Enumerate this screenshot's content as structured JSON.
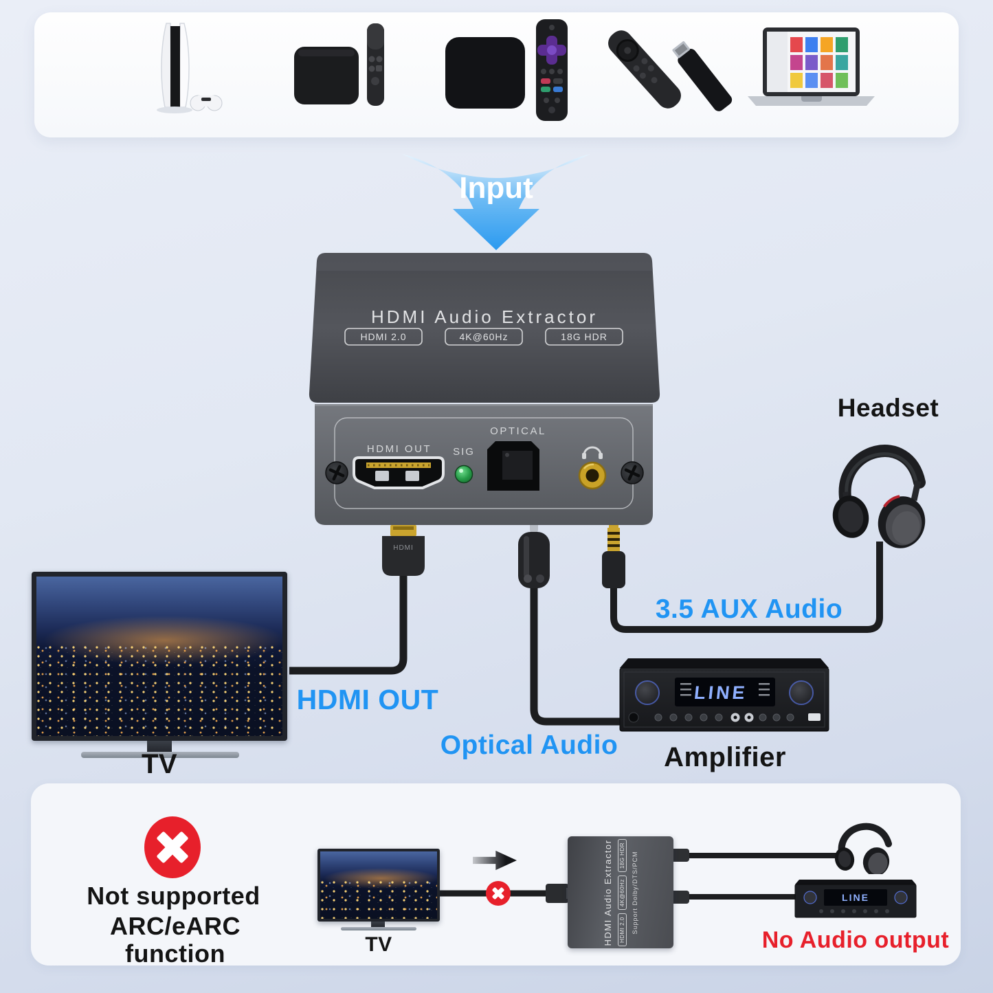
{
  "labels": {
    "input": "Input",
    "headset": "Headset",
    "hdmi_out": "HDMI OUT",
    "optical_audio": "Optical Audio",
    "aux_audio": "3.5 AUX Audio",
    "tv": "TV",
    "amplifier": "Amplifier"
  },
  "extractor": {
    "title": "HDMI Audio Extractor",
    "badges": [
      "HDMI 2.0",
      "4K@60Hz",
      "18G HDR"
    ],
    "panel": {
      "hdmi_out": "HDMI OUT",
      "sig": "SIG",
      "optical": "OPTICAL"
    },
    "plug_label": "HDMI"
  },
  "amplifier": {
    "display": "LINE"
  },
  "warning": {
    "line1": "Not supported",
    "line2": "ARC/eARC function",
    "tv_label": "TV",
    "no_audio": "No Audio output",
    "mini_extractor": {
      "title": "HDMI Audio Extractor",
      "badges": [
        "HDMI 2.0",
        "4K@60Hz",
        "18G HDR"
      ],
      "support": "Support Dolby/DTS/PCM"
    }
  },
  "icons": {
    "input_arrow": "down-funnel-arrow",
    "headphone_port": "headphone-icon",
    "not_supported": "x-circle-icon",
    "flow": "right-arrow-icon"
  },
  "colors": {
    "accent_blue": "#2094f3",
    "warn_red": "#e7202b",
    "led_green": "#2f9e44",
    "display_blue": "#8fb0ff"
  }
}
